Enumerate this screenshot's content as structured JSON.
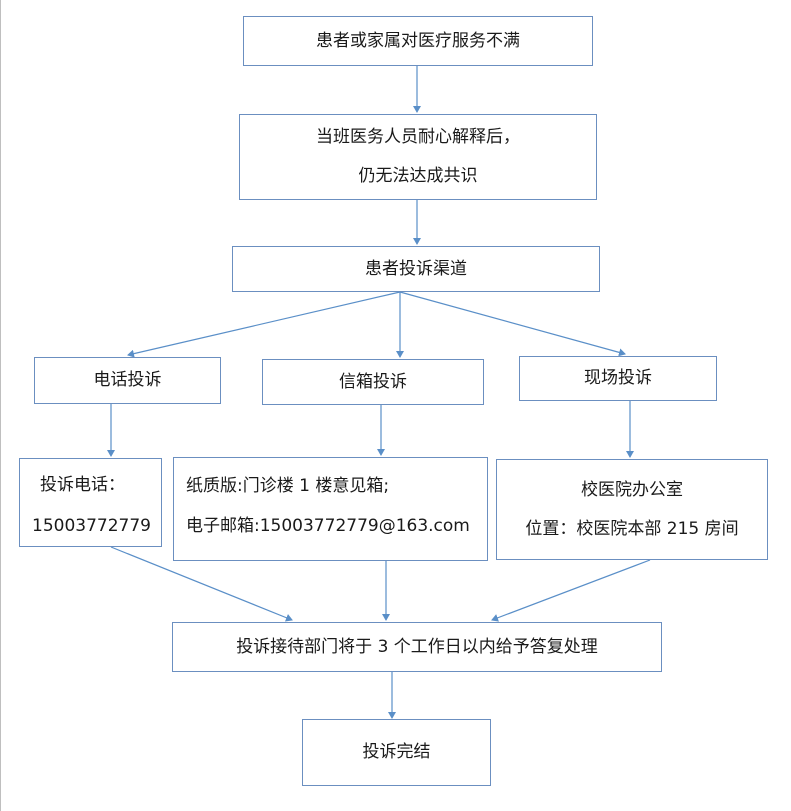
{
  "colors": {
    "box_border": "#6b8fc0",
    "connector": "#5a8fc8",
    "text": "#1a1a1a"
  },
  "flow": {
    "dissatisfied": "患者或家属对医疗服务不满",
    "explain_line1": "当班医务人员耐心解释后，",
    "explain_line2": "仍无法达成共识",
    "channels_title": "患者投诉渠道",
    "channel_phone": "电话投诉",
    "channel_mail": "信箱投诉",
    "channel_onsite": "现场投诉",
    "phone_label": "投诉电话：",
    "phone_number": "15003772779",
    "mail_paper": "纸质版:门诊楼 1 楼意见箱;",
    "mail_email": "电子邮箱:15003772779@163.com",
    "onsite_place": "校医院办公室",
    "onsite_location": "位置：校医院本部 215 房间",
    "reply": "投诉接待部门将于 3 个工作日以内给予答复处理",
    "done": "投诉完结"
  }
}
